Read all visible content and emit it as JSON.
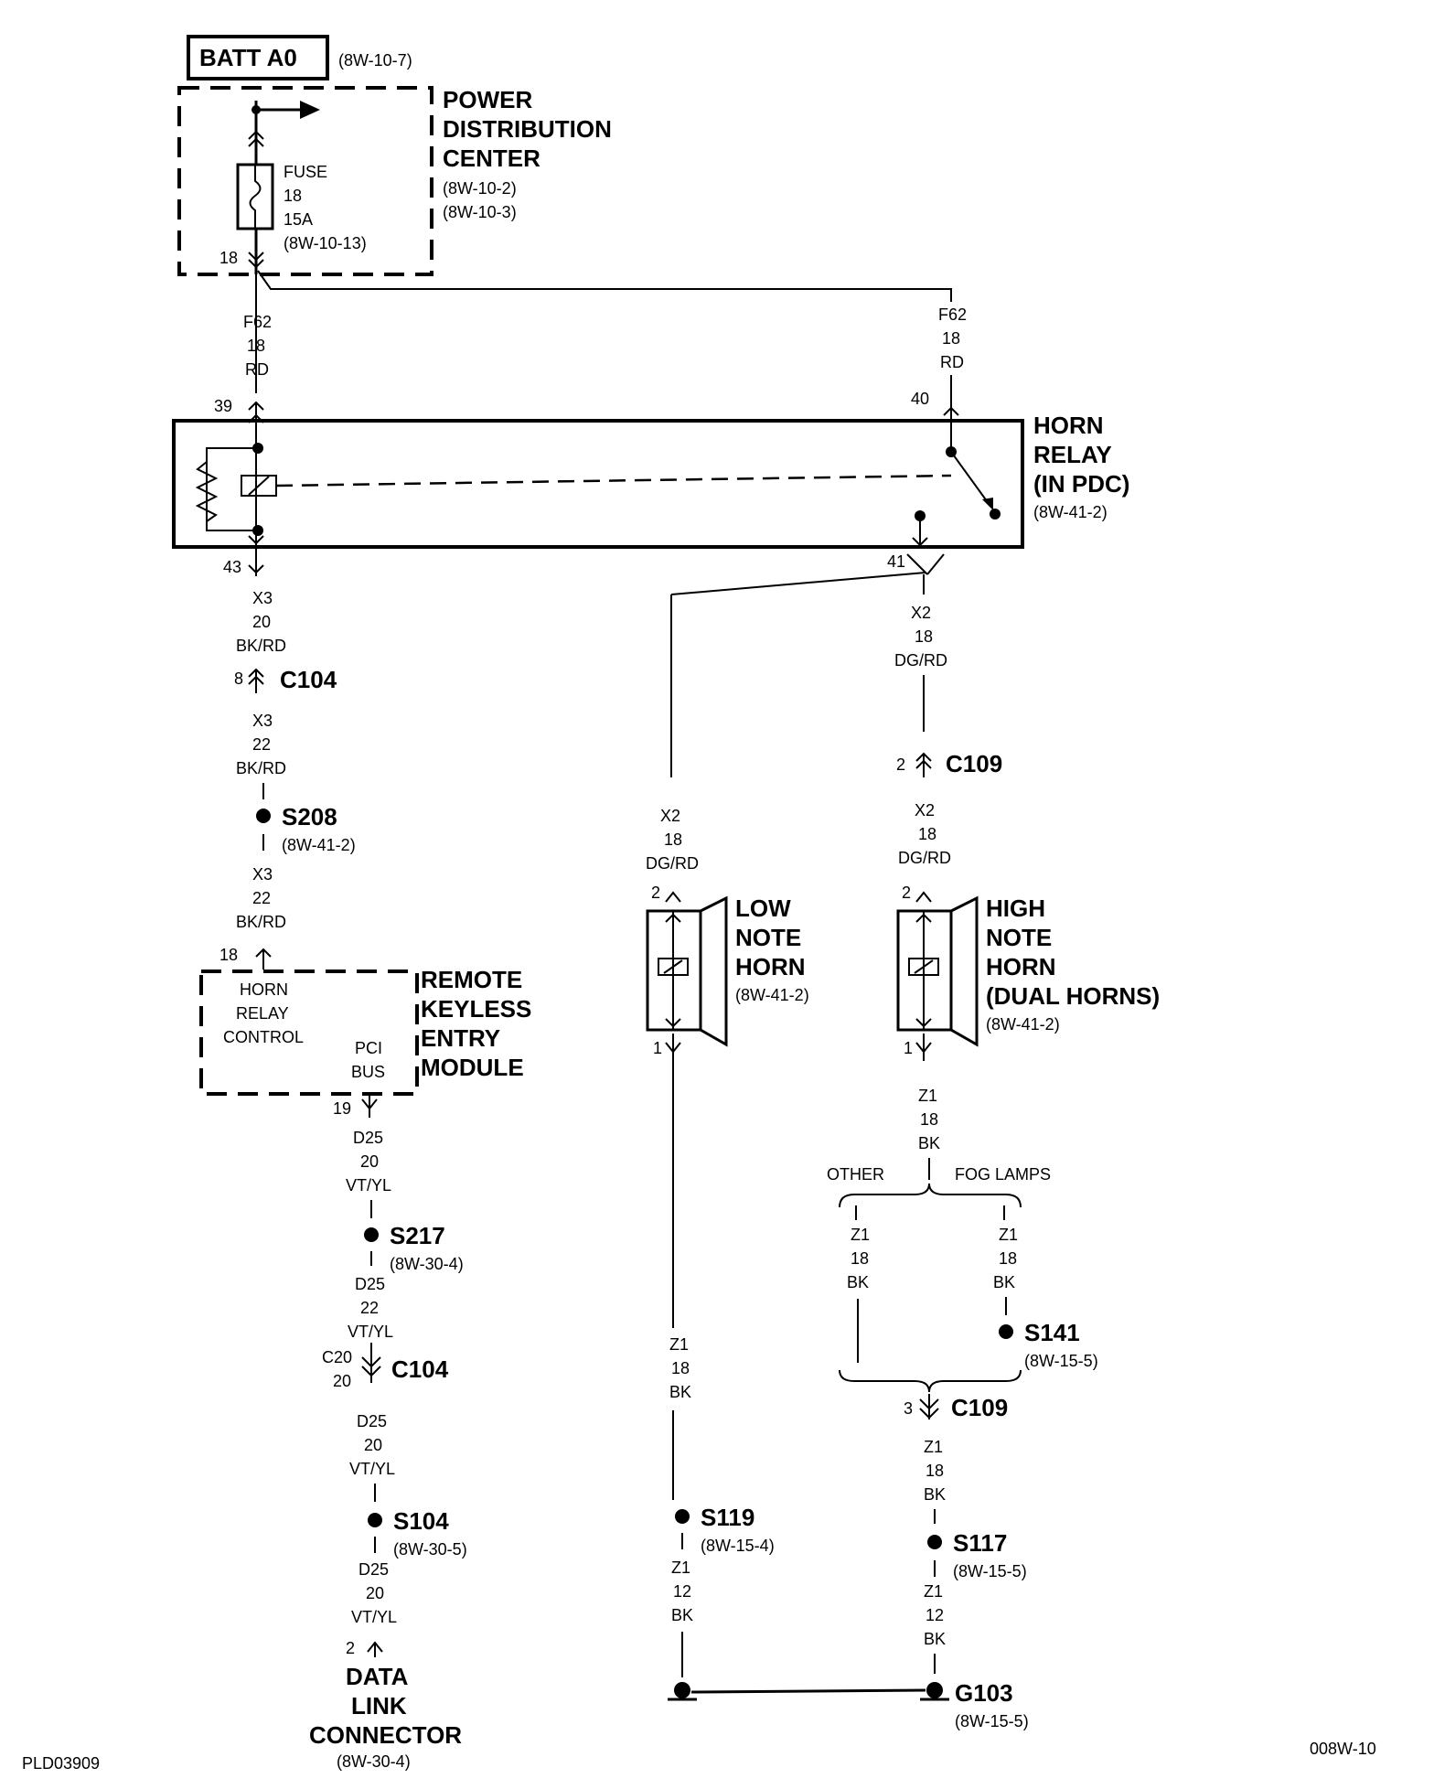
{
  "header": {
    "batt_label": "BATT A0",
    "batt_ref": "(8W-10-7)"
  },
  "pdc": {
    "title_1": "POWER",
    "title_2": "DISTRIBUTION",
    "title_3": "CENTER",
    "ref_1": "(8W-10-2)",
    "ref_2": "(8W-10-3)",
    "fuse_1": "FUSE",
    "fuse_2": "18",
    "fuse_3": "15A",
    "fuse_ref": "(8W-10-13)",
    "pin": "18"
  },
  "f62_left": {
    "l1": "F62",
    "l2": "18",
    "l3": "RD"
  },
  "f62_right": {
    "l1": "F62",
    "l2": "18",
    "l3": "RD"
  },
  "relay": {
    "title_1": "HORN",
    "title_2": "RELAY",
    "title_3": "(IN PDC)",
    "ref": "(8W-41-2)",
    "pin_39": "39",
    "pin_40": "40",
    "pin_43": "43",
    "pin_41": "41"
  },
  "x3_a": {
    "l1": "X3",
    "l2": "20",
    "l3": "BK/RD"
  },
  "c104_top": {
    "pin": "8",
    "name": "C104"
  },
  "x3_b": {
    "l1": "X3",
    "l2": "22",
    "l3": "BK/RD"
  },
  "s208": {
    "name": "S208",
    "ref": "(8W-41-2)"
  },
  "x3_c": {
    "l1": "X3",
    "l2": "22",
    "l3": "BK/RD"
  },
  "rke": {
    "pin_18": "18",
    "in_1": "HORN",
    "in_2": "RELAY",
    "in_3": "CONTROL",
    "pci_1": "PCI",
    "pci_2": "BUS",
    "title_1": "REMOTE",
    "title_2": "KEYLESS",
    "title_3": "ENTRY",
    "title_4": "MODULE",
    "pin_19": "19"
  },
  "d25_a": {
    "l1": "D25",
    "l2": "20",
    "l3": "VT/YL"
  },
  "s217": {
    "name": "S217",
    "ref": "(8W-30-4)"
  },
  "d25_b": {
    "l1": "D25",
    "l2": "22",
    "l3": "VT/YL"
  },
  "c104_bot": {
    "pin_1": "C20",
    "pin_2": "20",
    "name": "C104"
  },
  "d25_c": {
    "l1": "D25",
    "l2": "20",
    "l3": "VT/YL"
  },
  "s104": {
    "name": "S104",
    "ref": "(8W-30-5)"
  },
  "d25_d": {
    "l1": "D25",
    "l2": "20",
    "l3": "VT/YL"
  },
  "dlc": {
    "pin": "2",
    "t1": "DATA",
    "t2": "LINK",
    "t3": "CONNECTOR",
    "ref": "(8W-30-4)"
  },
  "x2_right": {
    "l1": "X2",
    "l2": "18",
    "l3": "DG/RD"
  },
  "c109_top": {
    "pin": "2",
    "name": "C109"
  },
  "x2_high": {
    "l1": "X2",
    "l2": "18",
    "l3": "DG/RD"
  },
  "x2_low": {
    "l1": "X2",
    "l2": "18",
    "l3": "DG/RD"
  },
  "low_horn": {
    "pin_2": "2",
    "pin_1": "1",
    "t1": "LOW",
    "t2": "NOTE",
    "t3": "HORN",
    "ref": "(8W-41-2)"
  },
  "high_horn": {
    "pin_2": "2",
    "pin_1": "1",
    "t1": "HIGH",
    "t2": "NOTE",
    "t3": "HORN",
    "t4": "(DUAL HORNS)",
    "ref": "(8W-41-2)"
  },
  "z1_high": {
    "l1": "Z1",
    "l2": "18",
    "l3": "BK"
  },
  "split": {
    "other": "OTHER",
    "fog": "FOG LAMPS"
  },
  "z1_other": {
    "l1": "Z1",
    "l2": "18",
    "l3": "BK"
  },
  "z1_fog": {
    "l1": "Z1",
    "l2": "18",
    "l3": "BK"
  },
  "s141": {
    "name": "S141",
    "ref": "(8W-15-5)"
  },
  "c109_bot": {
    "pin": "3",
    "name": "C109"
  },
  "z1_c109": {
    "l1": "Z1",
    "l2": "18",
    "l3": "BK"
  },
  "s117": {
    "name": "S117",
    "ref": "(8W-15-5)"
  },
  "z1_s117": {
    "l1": "Z1",
    "l2": "12",
    "l3": "BK"
  },
  "z1_low": {
    "l1": "Z1",
    "l2": "18",
    "l3": "BK"
  },
  "s119": {
    "name": "S119",
    "ref": "(8W-15-4)"
  },
  "z1_s119": {
    "l1": "Z1",
    "l2": "12",
    "l3": "BK"
  },
  "g103": {
    "name": "G103",
    "ref": "(8W-15-5)"
  },
  "footer": {
    "left": "PLD03909",
    "right": "008W-10"
  }
}
